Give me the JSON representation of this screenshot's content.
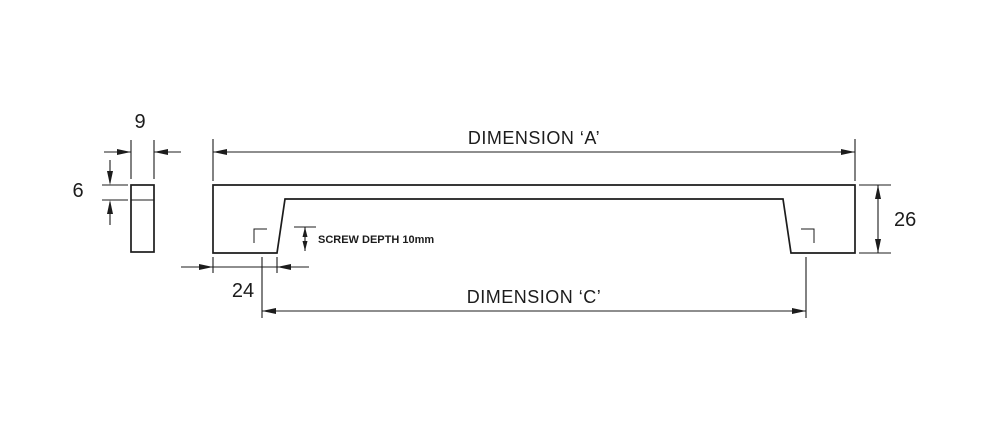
{
  "drawing": {
    "dimension_a": "DIMENSION ‘A’",
    "dimension_c": "DIMENSION ‘C’",
    "side_width": "9",
    "top_thickness": "6",
    "foot_width": "24",
    "height": "26",
    "screw_depth": "SCREW DEPTH 10mm"
  },
  "colors": {
    "line": "#1c1c1c",
    "background": "#ffffff"
  }
}
